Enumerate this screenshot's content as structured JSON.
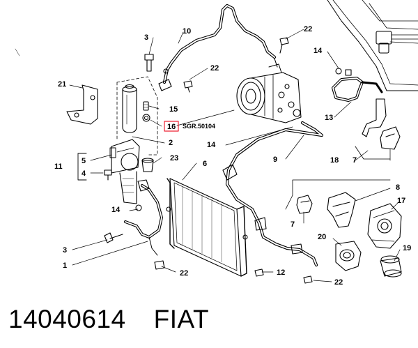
{
  "callouts": {
    "c1": "1",
    "c2": "2",
    "c3a": "3",
    "c3b": "3",
    "c4": "4",
    "c5": "5",
    "c6": "6",
    "c7a": "7",
    "c7b": "7",
    "c8": "8",
    "c9": "9",
    "c10": "10",
    "c11": "11",
    "c12": "12",
    "c13": "13",
    "c14a": "14",
    "c14b": "14",
    "c14c": "14",
    "c15": "15",
    "c16": "16",
    "c17": "17",
    "c18": "18",
    "c19": "19",
    "c20": "20",
    "c21": "21",
    "c22a": "22",
    "c22b": "22",
    "c22c": "22",
    "c22d": "22",
    "c23": "23"
  },
  "reference_label": "SGR.50104",
  "caption": {
    "part_number": "14040614",
    "brand": "FIAT"
  }
}
